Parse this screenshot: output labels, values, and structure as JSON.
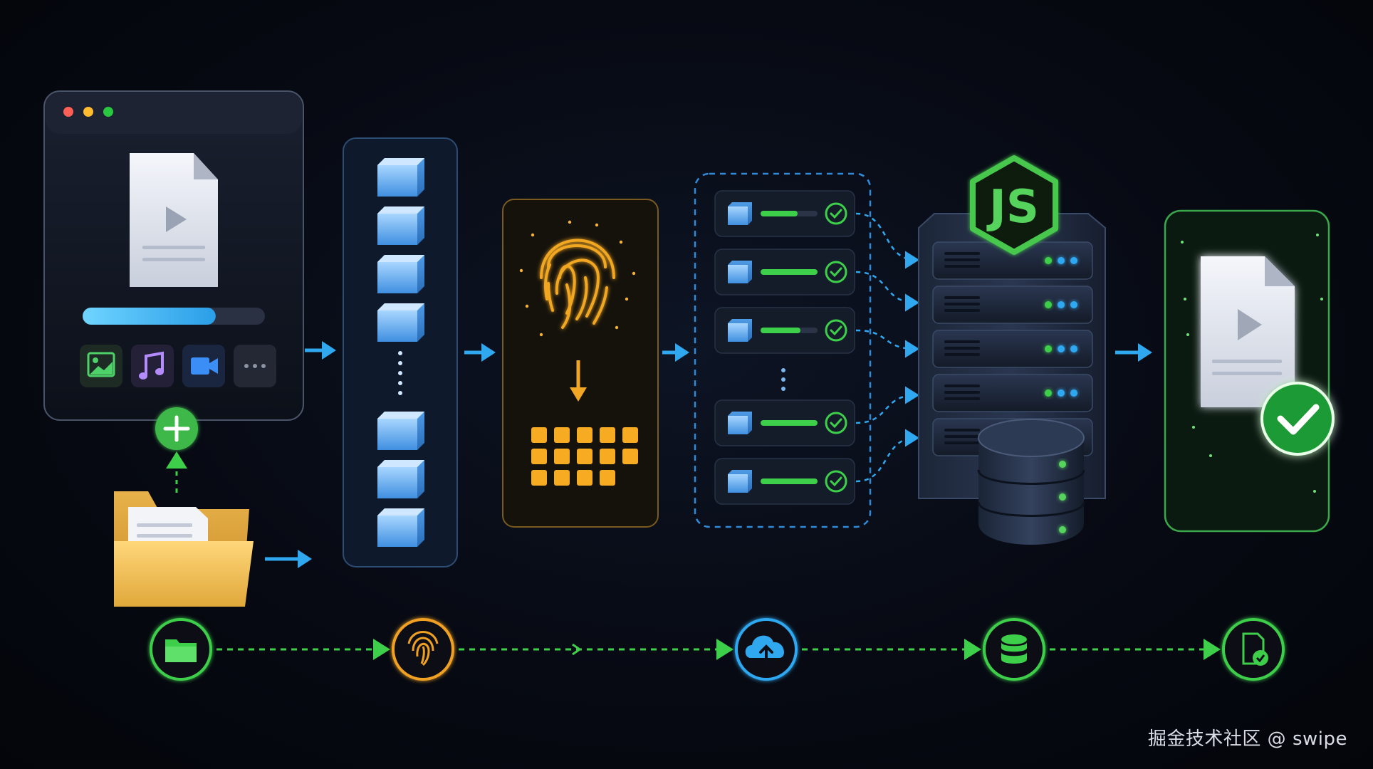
{
  "colors": {
    "background": "#070a13",
    "blue_accent": "#2fa8f0",
    "green_accent": "#3ecf4a",
    "amber_accent": "#f0a020",
    "cube_blue": "#5aa8ec",
    "folder_yellow": "#f2c25a"
  },
  "upload_window": {
    "progress_fraction": 0.73,
    "media_tiles": [
      "image-icon",
      "music-icon",
      "video-camera-icon",
      "more-icon"
    ]
  },
  "chunk_column": {
    "top_chunks": 4,
    "bottom_chunks": 3
  },
  "hash_panel": {
    "grid_cells": [
      5,
      5,
      4
    ]
  },
  "upload_queue": {
    "rows_progress": [
      0.65,
      1.0,
      0.7,
      1.0,
      1.0
    ]
  },
  "server": {
    "logo_text": "JS",
    "rack_units": 5
  },
  "bottom_steps": [
    {
      "icon": "folder-icon",
      "color": "#3ecf4a"
    },
    {
      "icon": "fingerprint-icon",
      "color": "#f0a020"
    },
    {
      "icon": "cloud-upload-icon",
      "color": "#2fa8f0"
    },
    {
      "icon": "database-icon",
      "color": "#3ecf4a"
    },
    {
      "icon": "file-check-icon",
      "color": "#3ecf4a"
    }
  ],
  "watermark": "掘金技术社区 @ swipe"
}
